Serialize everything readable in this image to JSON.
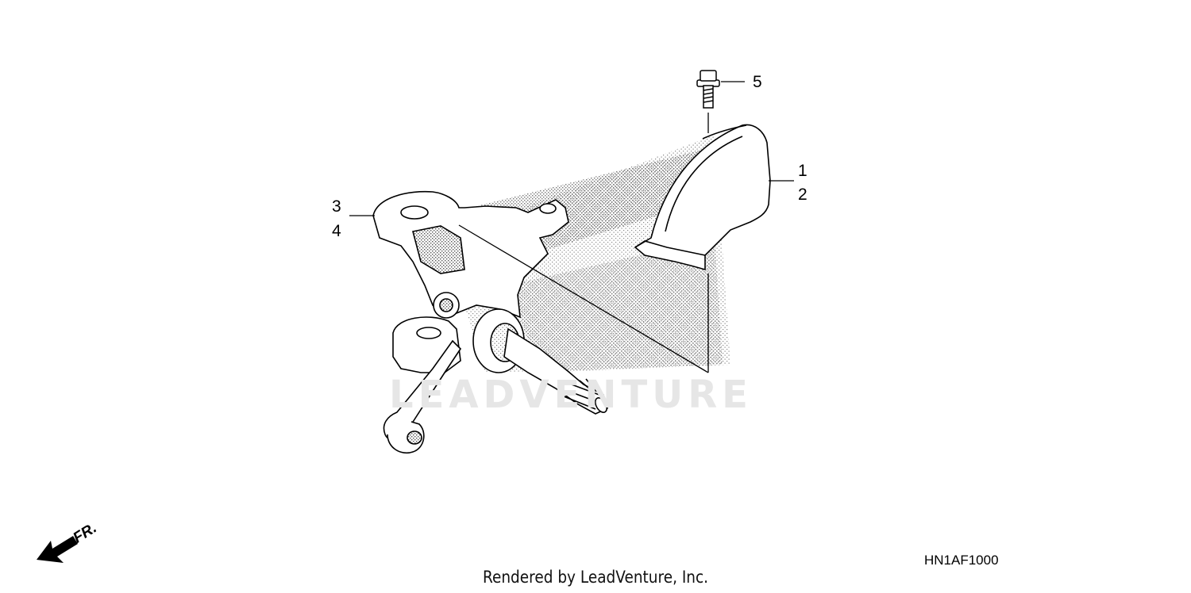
{
  "callouts": {
    "c1": "1",
    "c2": "2",
    "c3": "3",
    "c4": "4",
    "c5": "5"
  },
  "watermark_text": "LEADVENTURE",
  "diagram_code": "HN1AF1000",
  "footer_text": "Rendered by LeadVenture, Inc.",
  "direction_label": "FR.",
  "colors": {
    "line": "#000000",
    "stipple": "#7a7a7a",
    "watermark": "#e6e6e6"
  }
}
